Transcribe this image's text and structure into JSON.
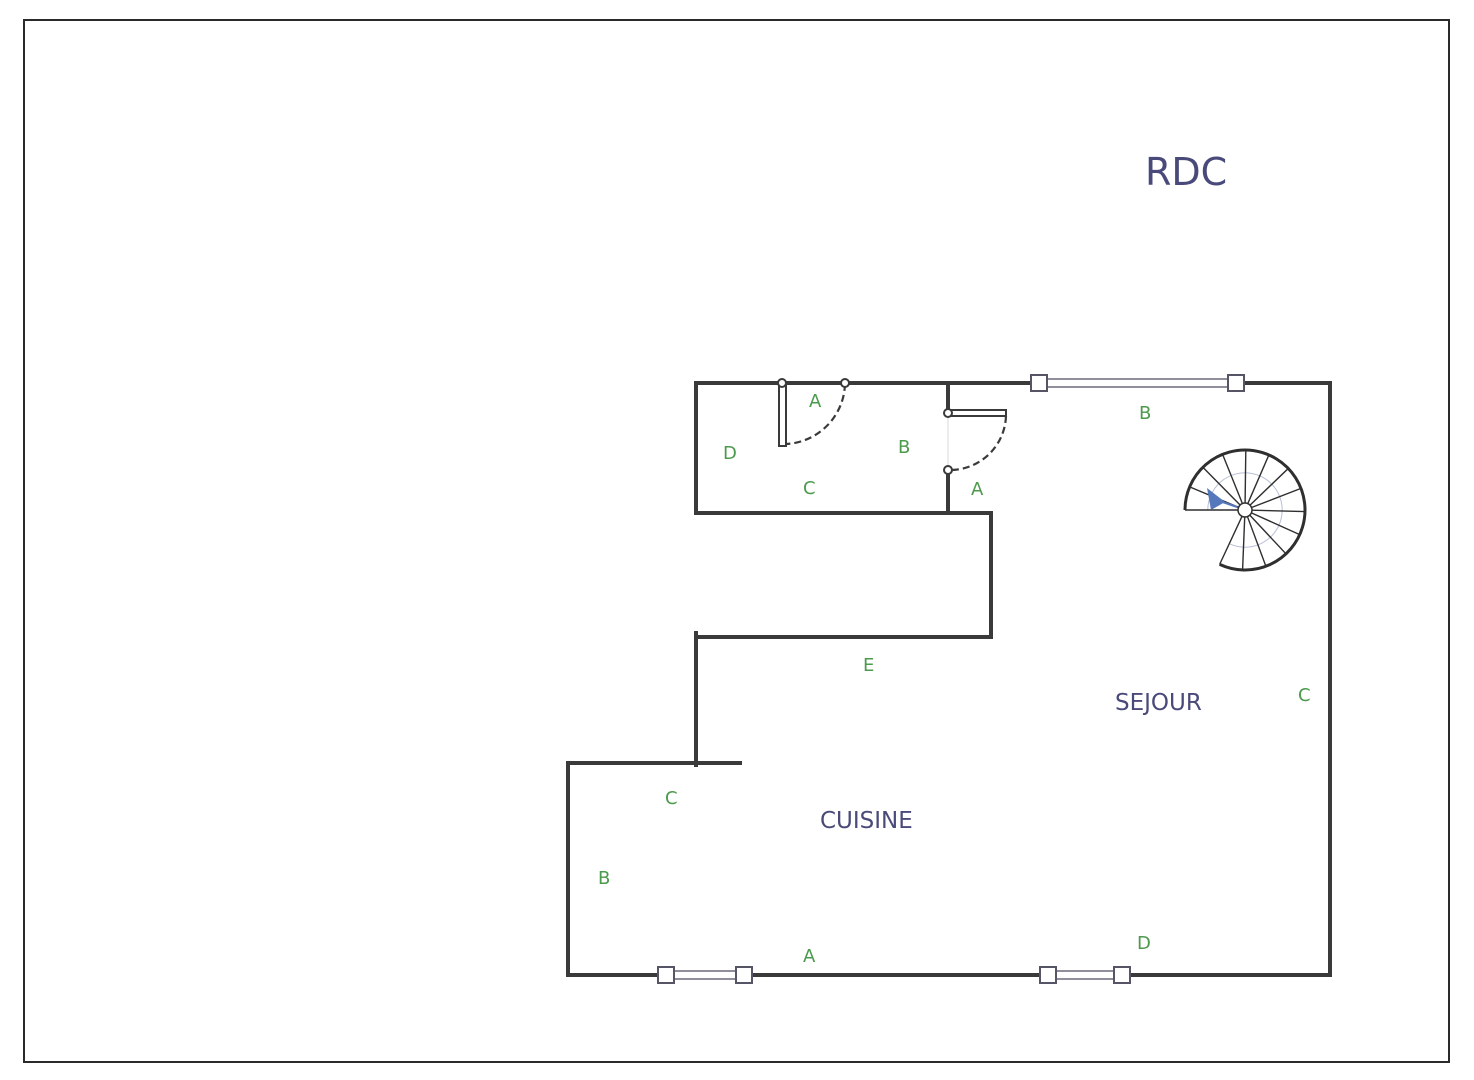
{
  "plan": {
    "title": "RDC",
    "rooms": {
      "sejour": "SEJOUR",
      "cuisine": "CUISINE"
    },
    "wall_labels": {
      "small_a": "A",
      "small_d": "D",
      "small_c": "C",
      "corridor_b": "B",
      "corridor_a": "A",
      "sejour_b": "B",
      "sejour_c": "C",
      "mid_e": "E",
      "cuisine_c": "C",
      "cuisine_b": "B",
      "bottom_a": "A",
      "bottom_d": "D"
    },
    "colors": {
      "room_text": "#4a4a7a",
      "wall_label": "#4c9a4c",
      "wall": "#3a3a3a",
      "stair_arrow": "#5577bb"
    }
  }
}
